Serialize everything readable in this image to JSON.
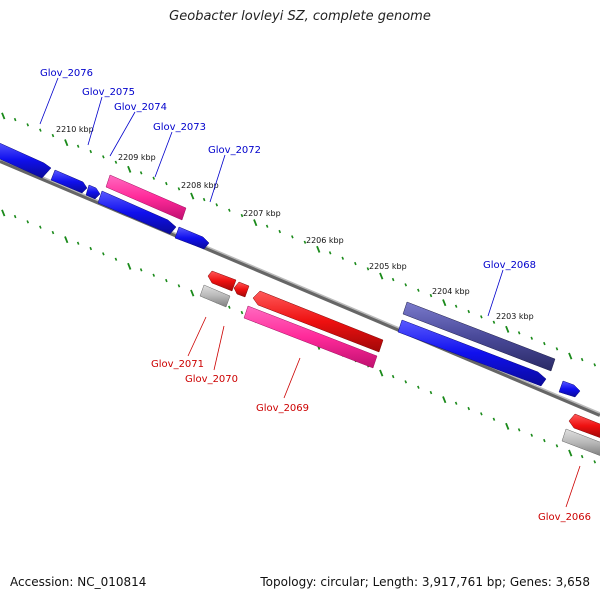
{
  "title": "Geobacter lovleyi SZ, complete genome",
  "footer": {
    "accession": "Accession: NC_010814",
    "summary": "Topology: circular; Length: 3,917,761 bp; Genes: 3,658"
  },
  "colors": {
    "forward_gene": "#1010ee",
    "forward_pseudo": "#ff2a9a",
    "forward_dark": "#4a4a9a",
    "reverse_gene": "#ee1010",
    "reverse_pseudo": "#ff2a9a",
    "reverse_grey": "#b8b8b8",
    "forward_label": "#0000cc",
    "reverse_label": "#cc0000",
    "tick": "#1a8a1a",
    "backbone": "#888888"
  },
  "scale_labels": [
    "2210 kbp",
    "2209 kbp",
    "2208 kbp",
    "2207 kbp",
    "2206 kbp",
    "2205 kbp",
    "2204 kbp",
    "2203 kbp"
  ],
  "forward_genes": [
    {
      "label": "Glov_2076",
      "color_key": "forward_gene"
    },
    {
      "label": "Glov_2075",
      "color_key": "forward_gene"
    },
    {
      "label": "Glov_2074",
      "color_key": "forward_pseudo"
    },
    {
      "label": "Glov_2073",
      "color_key": "forward_gene"
    },
    {
      "label": "Glov_2072",
      "color_key": "forward_gene"
    },
    {
      "label": "Glov_2068",
      "color_key": "forward_dark"
    }
  ],
  "reverse_genes": [
    {
      "label": "Glov_2071",
      "color_key": "reverse_grey"
    },
    {
      "label": "Glov_2070",
      "color_key": "reverse_gene"
    },
    {
      "label": "Glov_2069",
      "color_key": "reverse_pseudo"
    },
    {
      "label": "Glov_2066",
      "color_key": "reverse_grey"
    }
  ]
}
